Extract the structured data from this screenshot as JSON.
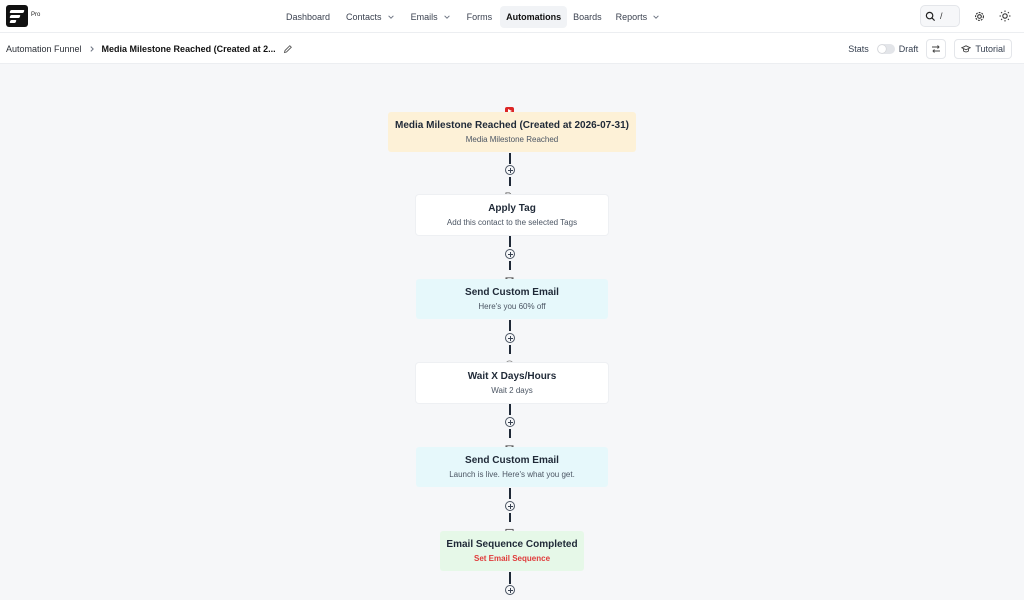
{
  "app": {
    "badge": "Pro"
  },
  "nav": {
    "items": [
      {
        "label": "Dashboard",
        "dropdown": false,
        "active": false
      },
      {
        "label": "Contacts",
        "dropdown": true,
        "active": false
      },
      {
        "label": "Emails",
        "dropdown": true,
        "active": false
      },
      {
        "label": "Forms",
        "dropdown": false,
        "active": false
      },
      {
        "label": "Automations",
        "dropdown": false,
        "active": true
      },
      {
        "label": "Boards",
        "dropdown": false,
        "active": false
      },
      {
        "label": "Reports",
        "dropdown": true,
        "active": false
      }
    ],
    "search_shortcut": "/"
  },
  "breadcrumb": {
    "root": "Automation Funnel",
    "current": "Media Milestone Reached (Created at 2..."
  },
  "subbar": {
    "stats_label": "Stats",
    "status_label": "Draft",
    "tutorial_label": "Tutorial"
  },
  "flow": {
    "trigger": {
      "title": "Media Milestone Reached (Created at 2026-07-31)",
      "subtitle": "Media Milestone Reached",
      "icon": "play-icon"
    },
    "steps": [
      {
        "title": "Apply Tag",
        "subtitle": "Add this contact to the selected Tags",
        "icon": "tag-icon",
        "style": "white"
      },
      {
        "title": "Send Custom Email",
        "subtitle": "Here's you 60% off",
        "icon": "email-icon",
        "style": "cyan"
      },
      {
        "title": "Wait X Days/Hours",
        "subtitle": "Wait 2 days",
        "icon": "clock-icon",
        "style": "white"
      },
      {
        "title": "Send Custom Email",
        "subtitle": "Launch is live. Here's what you get.",
        "icon": "email-icon",
        "style": "cyan"
      },
      {
        "title": "Email Sequence Completed",
        "subtitle": "Set Email Sequence",
        "icon": "sequence-icon",
        "style": "green"
      }
    ]
  },
  "colors": {
    "trigger_bg": "#fdf1d7",
    "email_bg": "#e6f8fb",
    "goal_bg": "#e6f8e8",
    "goal_subtitle": "#e03a3a",
    "trigger_icon": "#dc2626"
  }
}
